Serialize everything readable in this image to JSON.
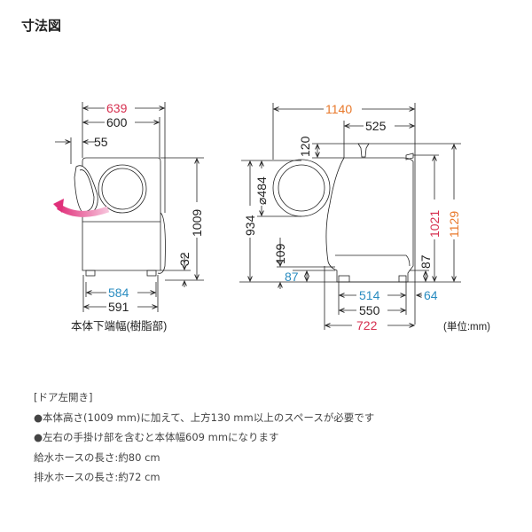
{
  "title": "寸法図",
  "colors": {
    "red": "#d63050",
    "orange": "#e8782a",
    "blue": "#2a8cc0"
  },
  "front_view": {
    "dims": {
      "w639": "639",
      "w600": "600",
      "d55": "55",
      "h1009": "1009",
      "h32": "32",
      "w584": "584",
      "w591": "591"
    },
    "caption": "本体下端幅(樹脂部)"
  },
  "side_view": {
    "dims": {
      "d1140": "1140",
      "d525": "525",
      "h120": "120",
      "h934": "934",
      "dia484": "⌀484",
      "h109": "109",
      "h87a": "87",
      "h1021": "1021",
      "h1129": "1129",
      "h87b": "87",
      "d514": "514",
      "d64": "64",
      "d550": "550",
      "d722": "722"
    },
    "unit": "(単位:mm)"
  },
  "notes": [
    "[ドア左開き]",
    "●本体高さ(1009 mm)に加えて、上方130 mm以上のスペースが必要です",
    "●左右の手掛け部を含むと本体幅609 mmになります",
    "給水ホースの長さ:約80 cm",
    "排水ホースの長さ:約72 cm"
  ]
}
